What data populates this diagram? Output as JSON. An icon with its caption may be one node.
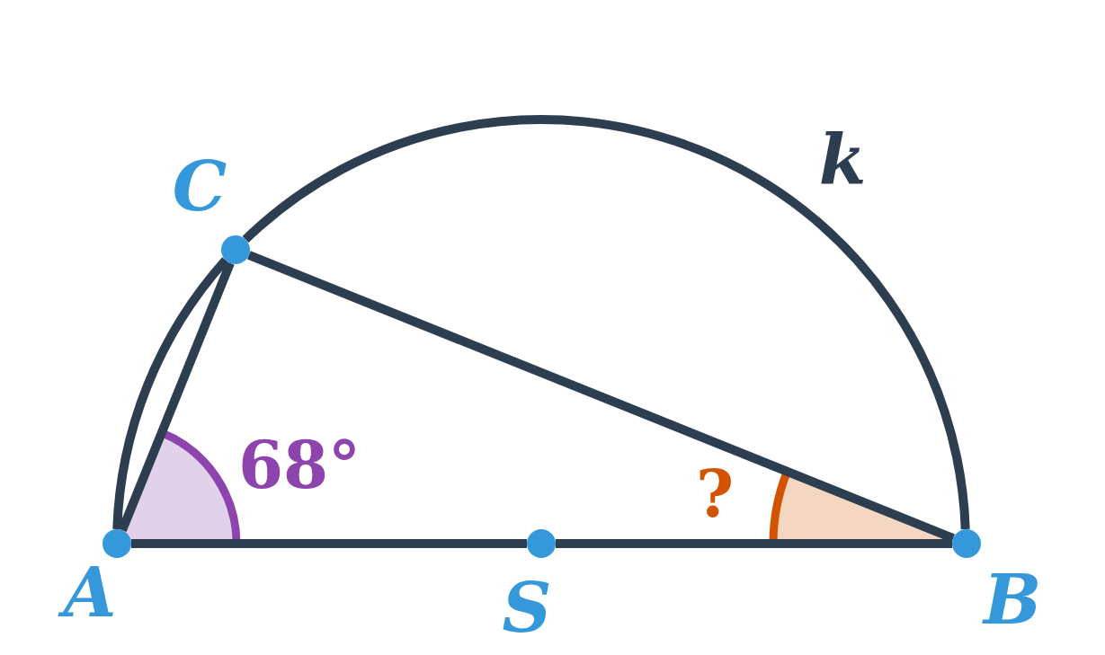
{
  "diagram": {
    "nodes": [
      {
        "text": [],
        "shape": "circle",
        "beside": [
          "A"
        ]
      },
      {
        "text": [],
        "shape": "circle",
        "beside": [
          "S"
        ]
      },
      {
        "text": [],
        "shape": "circle",
        "beside": [
          "B"
        ]
      },
      {
        "text": [],
        "shape": "circle",
        "beside": [
          "C"
        ]
      }
    ],
    "edges": [
      {
        "from": 0,
        "to": 3,
        "arrow": "none"
      },
      {
        "from": 3,
        "to": 2,
        "arrow": "none"
      },
      {
        "from": 0,
        "to": 1,
        "arrow": "none"
      },
      {
        "from": 1,
        "to": 2,
        "arrow": "none"
      },
      {
        "from": 0,
        "to": 3,
        "arrow": "none"
      },
      {
        "from": 3,
        "to": 2,
        "arrow": "none",
        "label": "k"
      }
    ],
    "labels": [
      "68°",
      "?"
    ]
  }
}
